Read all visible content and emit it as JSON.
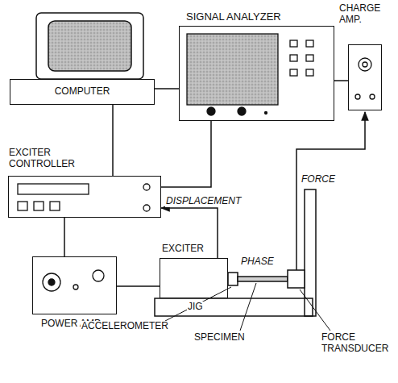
{
  "diagram": {
    "nodes": [
      {
        "text": [
          "SIGNAL ANALYZER"
        ]
      },
      {
        "text": [
          "CHARGE AMP."
        ]
      },
      {
        "text": [
          "COMPUTER"
        ]
      },
      {
        "text": [
          "EXCITER CONTROLLER"
        ]
      },
      {
        "text": [
          "EXCITER"
        ]
      },
      {
        "text": [
          "POWER AMP."
        ]
      }
    ],
    "edges": [
      {
        "from": 2,
        "to": 0,
        "arrow": "none"
      },
      {
        "from": 2,
        "to": 3,
        "arrow": "none"
      },
      {
        "from": 3,
        "to": 0,
        "arrow": "none"
      },
      {
        "from": 0,
        "to": 1,
        "arrow": "none"
      },
      {
        "from": 3,
        "to": 5,
        "arrow": "none"
      },
      {
        "from": 5,
        "to": 4,
        "arrow": "none"
      },
      {
        "from": 4,
        "to": 3,
        "label": "DISPLACEMENT",
        "arrow": "to"
      }
    ],
    "labels": [
      "JIG",
      "ACCELEROMETER",
      "SPECIMEN",
      "FORCE TRANSDUCER",
      "PHASE",
      "FORCE"
    ]
  }
}
